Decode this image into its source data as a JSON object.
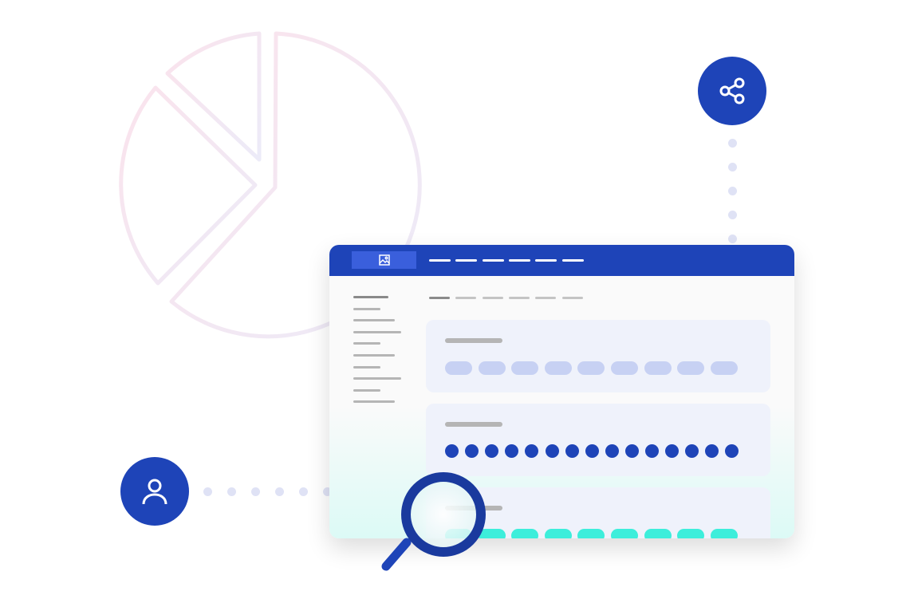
{
  "colors": {
    "brand": "#1E44B8",
    "logo_box": "#3A5FDC",
    "pill_light": "#C7D1F3",
    "pill_cyan": "#3DEEDB",
    "card_bg": "#EFF2FB"
  },
  "icons": {
    "share": "share-icon",
    "user": "user-icon",
    "image": "image-icon",
    "search": "magnifier-icon",
    "chart": "pie-chart-icon"
  },
  "window": {
    "header_tabs": 6,
    "sidebar_items": 10,
    "content_tabs": 6,
    "cards": [
      {
        "type": "pills",
        "count": 9
      },
      {
        "type": "dots",
        "count": 15
      },
      {
        "type": "pills",
        "count": 9
      }
    ]
  }
}
